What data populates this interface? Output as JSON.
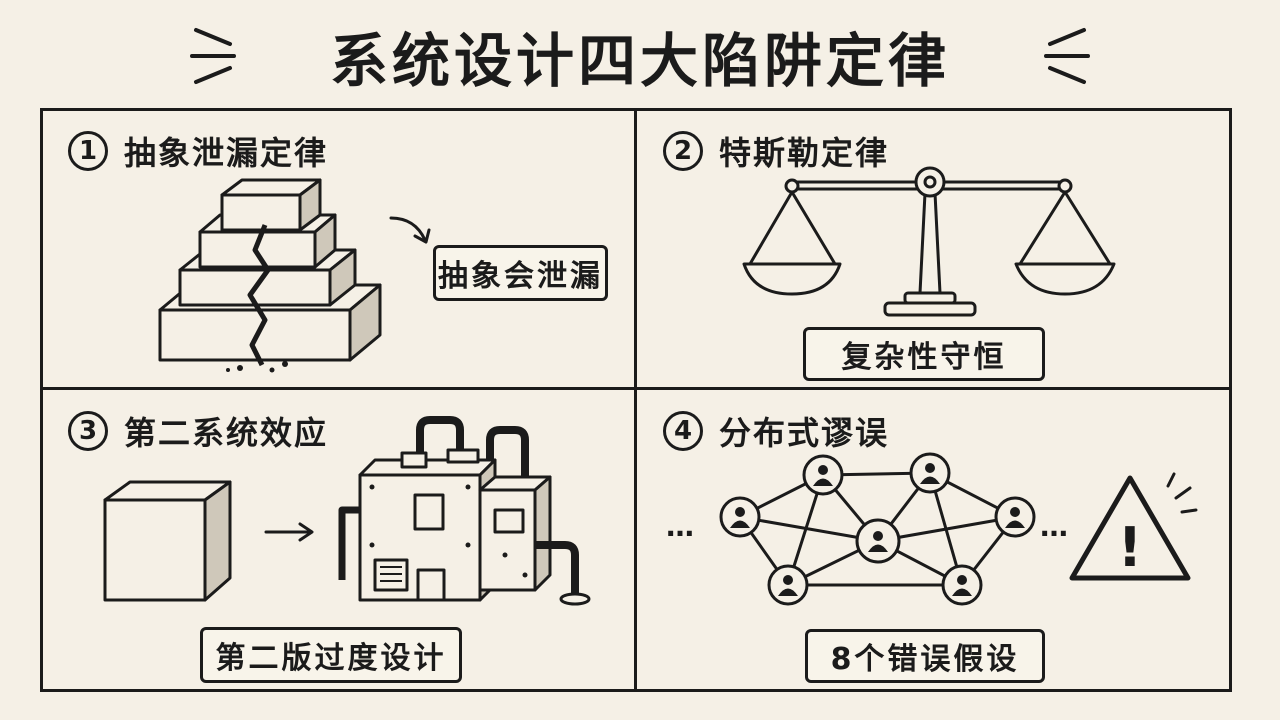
{
  "title": "系统设计四大陷阱定律",
  "panels": [
    {
      "number": "1",
      "heading": "抽象泄漏定律",
      "label": "抽象会泄漏"
    },
    {
      "number": "2",
      "heading": "特斯勒定律",
      "label": "复杂性守恒"
    },
    {
      "number": "3",
      "heading": "第二系统效应",
      "label": "第二版过度设计"
    },
    {
      "number": "4",
      "heading": "分布式谬误",
      "label": "8个错误假设"
    }
  ],
  "panel4": {
    "ellipsis_left": "…",
    "ellipsis_right": "…",
    "warning_glyph": "!"
  },
  "icons": [
    "cracked-pyramid-icon",
    "balance-scale-icon",
    "simple-cube-icon",
    "overbuilt-machine-icon",
    "user-network-icon",
    "warning-icon"
  ],
  "colors": {
    "background": "#f5f0e6",
    "ink": "#1b1b1b"
  }
}
